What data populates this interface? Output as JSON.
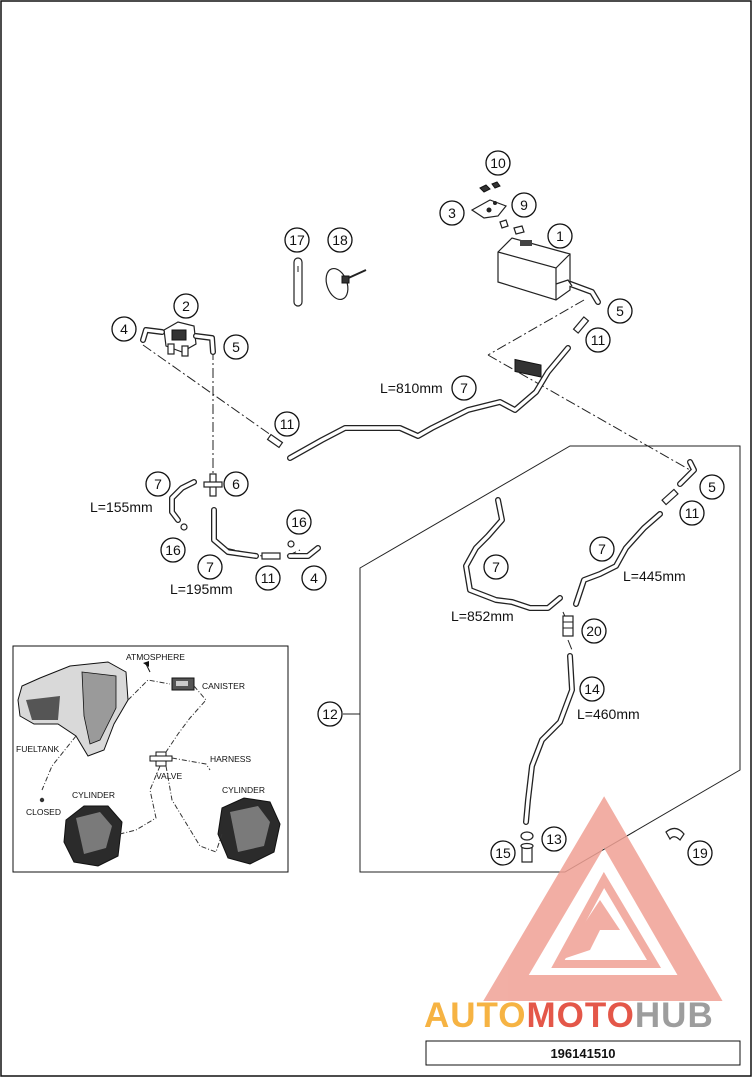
{
  "diagram": {
    "callouts": {
      "c1": "1",
      "c2": "2",
      "c3": "3",
      "c4a": "4",
      "c4b": "4",
      "c5a": "5",
      "c5b": "5",
      "c5c": "5",
      "c6": "6",
      "c7a": "7",
      "c7b": "7",
      "c7c": "7",
      "c7d": "7",
      "c7e": "7",
      "c9": "9",
      "c10": "10",
      "c11a": "11",
      "c11b": "11",
      "c11c": "11",
      "c11d": "11",
      "c12": "12",
      "c13": "13",
      "c14": "14",
      "c15": "15",
      "c16a": "16",
      "c16b": "16",
      "c17": "17",
      "c18": "18",
      "c19": "19",
      "c20": "20"
    },
    "lengths": {
      "l810": "L=810mm",
      "l155": "L=155mm",
      "l195": "L=195mm",
      "l852": "L=852mm",
      "l445": "L=445mm",
      "l460": "L=460mm"
    },
    "schematic": {
      "atmosphere": "ATMOSPHERE",
      "canister": "CANISTER",
      "fueltank": "FUELTANK",
      "harness": "HARNESS",
      "valve": "VALVE",
      "closed": "CLOSED",
      "cylinder_left": "CYLINDER",
      "cylinder_right": "CYLINDER"
    },
    "watermark": {
      "part1": "AUTO",
      "part2": "MOTO",
      "part3": "HUB"
    },
    "part_number": "196141510"
  },
  "colors": {
    "watermark_red": "#e03a2a",
    "watermark_orange": "#f5a623",
    "watermark_grey": "#8c8c8c"
  }
}
